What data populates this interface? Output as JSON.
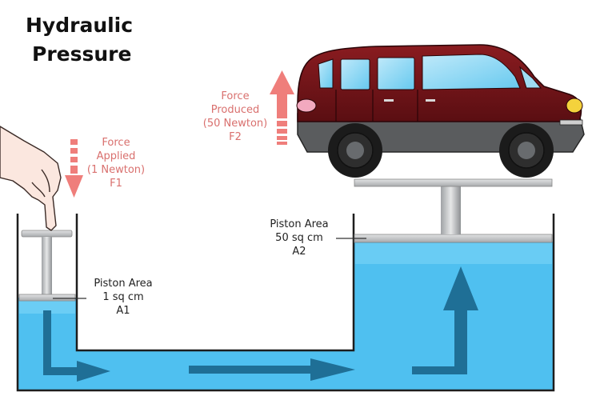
{
  "title": {
    "line1": "Hydraulic",
    "line2": "Pressure"
  },
  "input_side": {
    "force_label": [
      "Force",
      "Applied",
      "(1 Newton)",
      "F1"
    ],
    "piston_label": [
      "Piston Area",
      "1 sq cm",
      "A1"
    ]
  },
  "output_side": {
    "force_label": [
      "Force",
      "Produced",
      "(50 Newton)",
      "F2"
    ],
    "piston_label": [
      "Piston Area",
      "50 sq cm",
      "A2"
    ]
  },
  "colors": {
    "fluid": "#4fc0f0",
    "fluid_light": "#7fd6f8",
    "flow_arrow": "#1f6f96",
    "force_arrow": "#ef7e7b",
    "car_body": "#6e1417",
    "piston": "#c4c6c8"
  }
}
